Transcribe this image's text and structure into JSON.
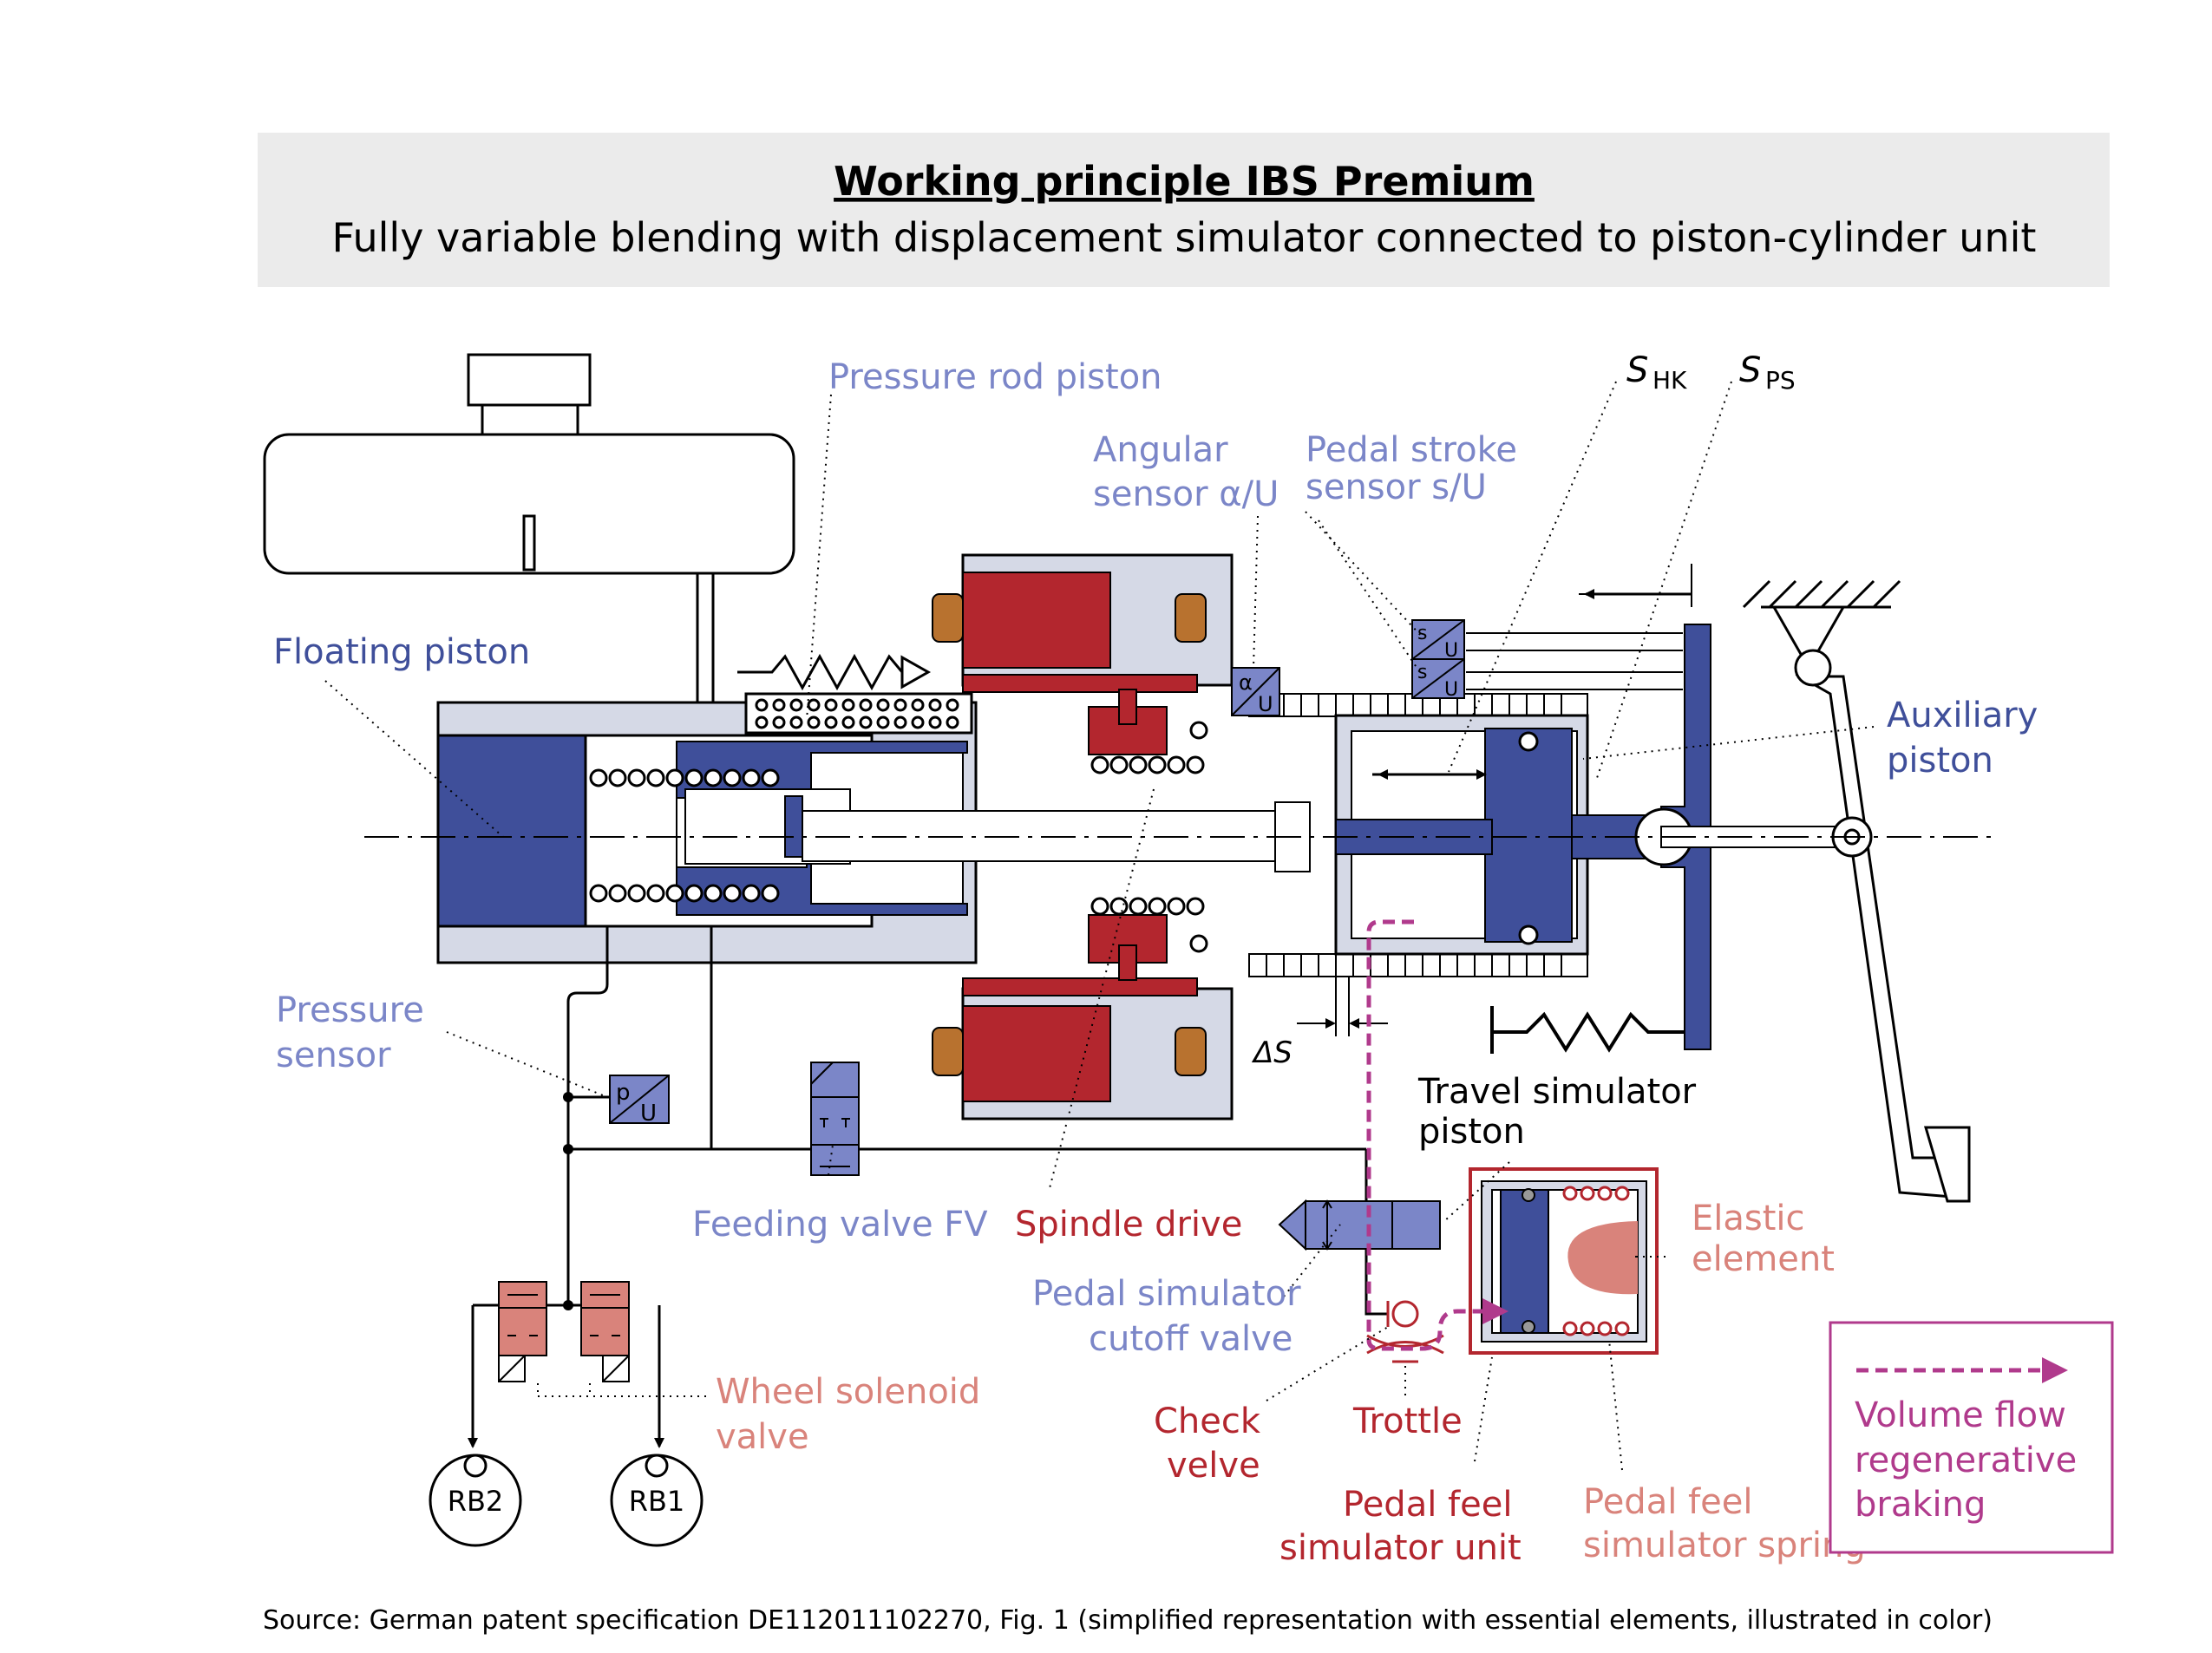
{
  "header": {
    "title": "Working principle IBS Premium",
    "subtitle": "Fully variable blending with displacement simulator connected to piston-cylinder unit"
  },
  "labels": {
    "pressure_rod_piston": "Pressure rod piston",
    "angular_sensor_1": "Angular",
    "angular_sensor_2": "sensor α/U",
    "pedal_stroke_1": "Pedal stroke",
    "pedal_stroke_2": "sensor s/U",
    "s_hk": "S",
    "s_hk_sub": "HK",
    "s_ps": "S",
    "s_ps_sub": "PS",
    "floating_piston": "Floating piston",
    "auxiliary_1": "Auxiliary",
    "auxiliary_2": "piston",
    "pressure_sensor_1": "Pressure",
    "pressure_sensor_2": "sensor",
    "delta_s": "ΔS",
    "travel_sim_1": "Travel simulator",
    "travel_sim_2": "piston",
    "feeding_valve": "Feeding valve FV",
    "spindle_drive": "Spindle drive",
    "elastic_1": "Elastic",
    "elastic_2": "element",
    "cutoff_1": "Pedal simulator",
    "cutoff_2": "cutoff valve",
    "wheel_valve_1": "Wheel solenoid",
    "wheel_valve_2": "valve",
    "check_1": "Check",
    "check_2": "velve",
    "throttle": "Trottle",
    "feel_unit_1": "Pedal feel",
    "feel_unit_2": "simulator unit",
    "feel_spring_1": "Pedal feel",
    "feel_spring_2": "simulator spring",
    "rb2": "RB2",
    "rb1": "RB1",
    "sensor_p": "p",
    "sensor_u": "U",
    "sensor_alpha": "α",
    "sensor_s": "s"
  },
  "legend": {
    "line1": "Volume flow",
    "line2": "regenerative",
    "line3": "braking"
  },
  "footer": {
    "source": "Source: German patent specification DE112011102270, Fig. 1 (simplified representation with essential elements, illustrated in color)"
  },
  "colors": {
    "blue_dark": "#3f4f9a",
    "blue_label": "#7b86c8",
    "blue_fill": "#7b86c8",
    "red_dark": "#b3262e",
    "red_label": "#c8323a",
    "salmon": "#d9837b",
    "salmon_label": "#d9837b",
    "magenta": "#b03a8c",
    "gray_fill": "#d5d9e6",
    "header_bg": "#ebebeb",
    "coil_brown": "#b8722f"
  }
}
